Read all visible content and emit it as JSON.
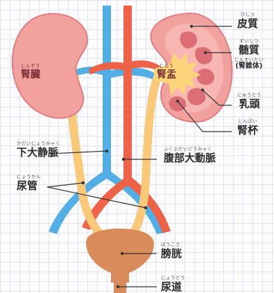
{
  "labels": {
    "jinzo": {
      "ruby": "じんぞう",
      "text": "腎臓"
    },
    "jinu": {
      "ruby": "じんう",
      "text": "腎盂"
    },
    "hishitsu": {
      "ruby": "ひしつ",
      "text": "皮質"
    },
    "zuishitsu": {
      "ruby": "ずいしつ",
      "text": "髄質",
      "sub_ruby": "じんすいたい",
      "sub": "(腎錐体)"
    },
    "nyuto": {
      "ruby": "にゅうとう",
      "text": "乳頭"
    },
    "jinpai": {
      "ruby": "じんぱい",
      "text": "腎杯"
    },
    "kadaijomyaku": {
      "ruby": "かだいじょうみゃく",
      "text": "下大静脈"
    },
    "fukubudaidomyaku": {
      "ruby": "ふくぶだいどうみゃく",
      "text": "腹部大動脈"
    },
    "nyokan": {
      "ruby": "にょうかん",
      "text": "尿管"
    },
    "boko": {
      "ruby": "ぼうこう",
      "text": "膀胱"
    },
    "nyodo": {
      "ruby": "にょうどう",
      "text": "尿道"
    }
  },
  "colors": {
    "kidney": "#f2a29e",
    "kidney_outline": "#e07d80",
    "pyramid": "#dc6e76",
    "pelvis": "#fcd47a",
    "ureter": "#f9c878",
    "vein": "#52aee4",
    "artery": "#ee6248",
    "bladder": "#d98c5a",
    "pointer": "#333333"
  }
}
